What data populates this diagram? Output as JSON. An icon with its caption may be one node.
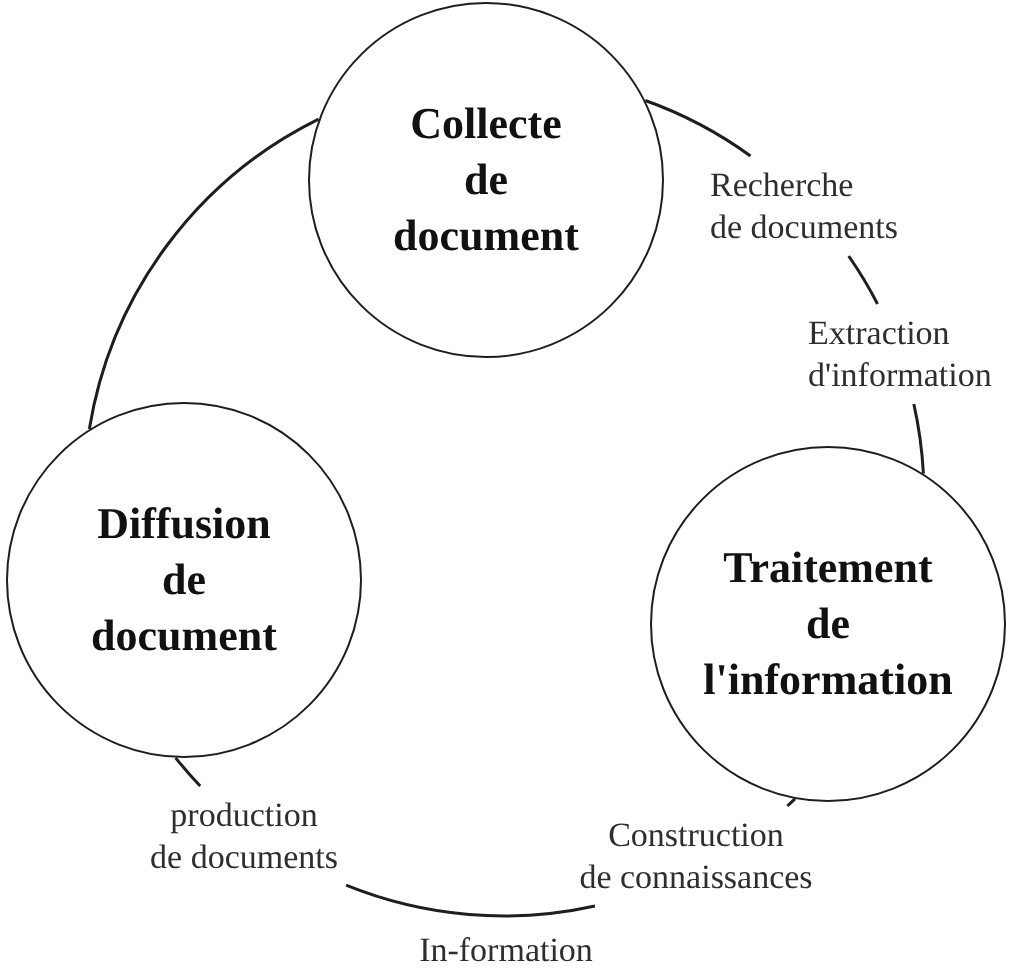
{
  "diagram": {
    "nodes": [
      {
        "text": [
          "Collecte de document"
        ]
      },
      {
        "text": [
          "Recherche de documents"
        ]
      },
      {
        "text": [
          "Extraction d'information"
        ]
      },
      {
        "text": [
          "Diffusion de document"
        ]
      },
      {
        "text": [
          "Traitement de l'information"
        ]
      },
      {
        "text": [
          "production de documents"
        ]
      },
      {
        "text": [
          "Construction de connaissances"
        ]
      }
    ],
    "edges": [
      {
        "from": 0,
        "to": 1,
        "arrow": "none"
      },
      {
        "from": 1,
        "to": 2,
        "arrow": "none"
      },
      {
        "from": 2,
        "to": 4,
        "arrow": "none"
      },
      {
        "from": 4,
        "to": 6,
        "arrow": "none"
      },
      {
        "from": 6,
        "to": 5,
        "arrow": "none",
        "label": "In-formation"
      },
      {
        "from": 5,
        "to": 3,
        "arrow": "none"
      },
      {
        "from": 3,
        "to": 0,
        "arrow": "none"
      }
    ]
  }
}
